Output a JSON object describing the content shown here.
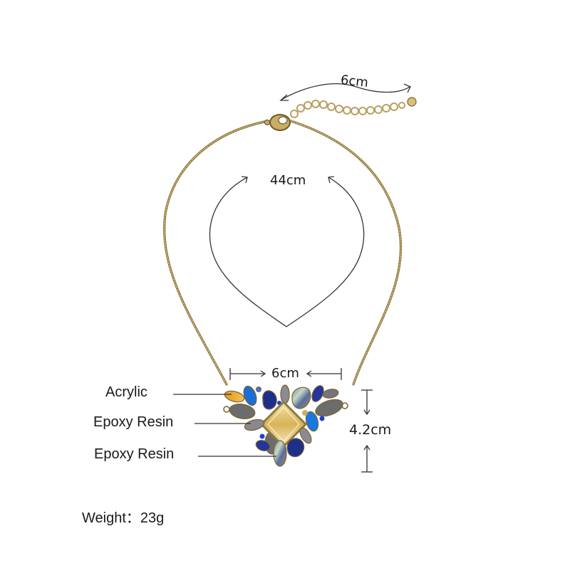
{
  "product": {
    "type": "statement bib necklace",
    "colors": {
      "chain": "#b59a55",
      "chain_dark": "#7a6430",
      "annotation_line": "#333333",
      "background": "#ffffff"
    }
  },
  "dimensions": {
    "extender_length": "6cm",
    "chain_length": "44cm",
    "pendant_width": "6cm",
    "pendant_height": "4.2cm"
  },
  "materials": [
    {
      "label": "Acrylic"
    },
    {
      "label": "Epoxy Resin"
    },
    {
      "label": "Epoxy Resin"
    }
  ],
  "weight": {
    "label": "Weight：",
    "value": "23g"
  }
}
